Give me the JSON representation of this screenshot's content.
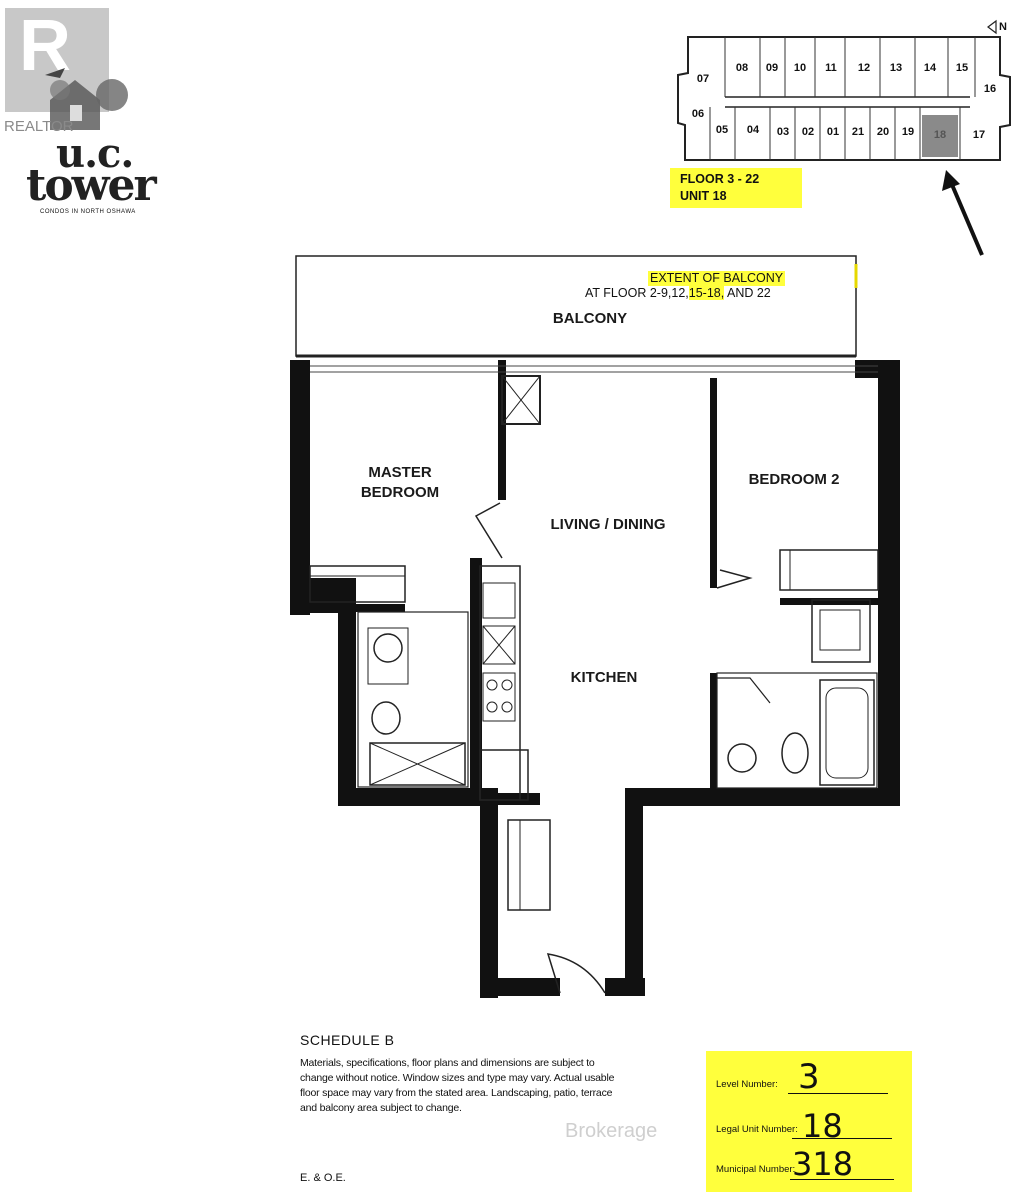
{
  "watermark": {
    "top": "REALTOR",
    "bottom": "Brokerage"
  },
  "logo": {
    "line1": "u.c.",
    "line2": "tower",
    "tagline": "CONDOS IN NORTH OSHAWA"
  },
  "key_plan": {
    "compass": "N",
    "top_units": [
      "07",
      "08",
      "09",
      "10",
      "11",
      "12",
      "13",
      "14",
      "15",
      "16"
    ],
    "bottom_units": [
      "06",
      "05",
      "04",
      "03",
      "02",
      "01",
      "21",
      "20",
      "19",
      "18",
      "17"
    ],
    "highlight_unit": "18",
    "label_line1": "FLOOR 3 - 22",
    "label_line2": "UNIT 18"
  },
  "plan": {
    "balcony_note_line1": "EXTENT OF BALCONY",
    "balcony_note_line2_pre": "AT FLOOR 2-9,12,",
    "balcony_note_line2_hl": "15-18,",
    "balcony_note_line2_post": " AND 22",
    "rooms": {
      "balcony": "BALCONY",
      "master_1": "MASTER",
      "master_2": "BEDROOM",
      "living": "LIVING / DINING",
      "bedroom2": "BEDROOM 2",
      "kitchen": "KITCHEN"
    }
  },
  "schedule": {
    "title": "SCHEDULE B",
    "lines": [
      "Materials, specifications, floor plans and dimensions are subject to",
      "change without notice. Window sizes and type may vary. Actual usable",
      "floor space may vary from the stated area. Landscaping, patio, terrace",
      "and balcony area subject to change."
    ],
    "eoe": "E. & O.E."
  },
  "unit_box": {
    "level_label": "Level Number:",
    "level_value": "3",
    "legal_label": "Legal Unit Number:",
    "legal_value": "18",
    "municipal_label": "Municipal Number:",
    "municipal_value": "318"
  },
  "colors": {
    "highlight": "#ffff3c",
    "wall": "#111111"
  }
}
